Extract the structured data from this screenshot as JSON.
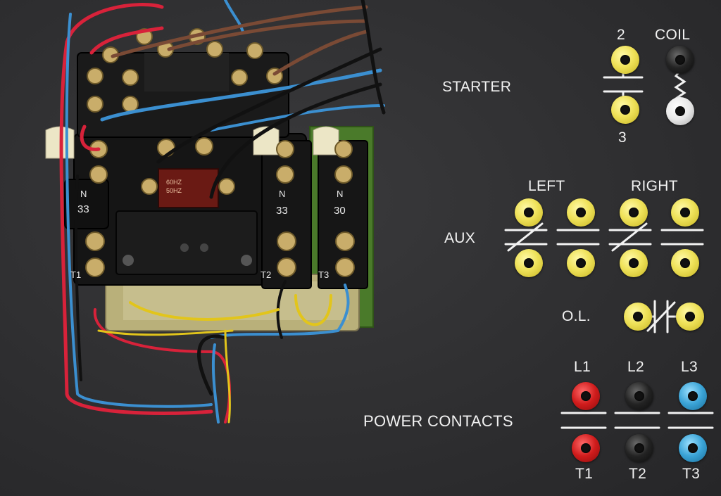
{
  "panel": {
    "starter": {
      "label": "STARTER",
      "contact_numbers": [
        "2",
        "3"
      ],
      "coil_label": "COIL"
    },
    "aux": {
      "label": "AUX",
      "left_label": "LEFT",
      "right_label": "RIGHT"
    },
    "overload": {
      "label": "O.L."
    },
    "power_contacts": {
      "label": "POWER CONTACTS",
      "line_labels": [
        "L1",
        "L2",
        "L3"
      ],
      "load_labels": [
        "T1",
        "T2",
        "T3"
      ]
    }
  },
  "contactor": {
    "terminal_markings": [
      "T1",
      "T2",
      "T3"
    ],
    "block_markings": [
      "N",
      "33",
      "N",
      "33",
      "N",
      "30"
    ],
    "coil_rating_text": [
      "60HZ",
      "50HZ"
    ]
  },
  "colors": {
    "panel_background": "#2e2e30",
    "label_text": "#f2f2f2",
    "jack_yellow": "#efe25a",
    "jack_red": "#d01c1c",
    "jack_black": "#1a1a1a",
    "jack_blue": "#3aa3d6",
    "jack_white": "#e8e8e8",
    "wire_red": "#d8223a",
    "wire_blue": "#3b8fd0",
    "wire_brown": "#7a4a35",
    "wire_black": "#111111",
    "wire_yellow": "#e2c51b"
  }
}
